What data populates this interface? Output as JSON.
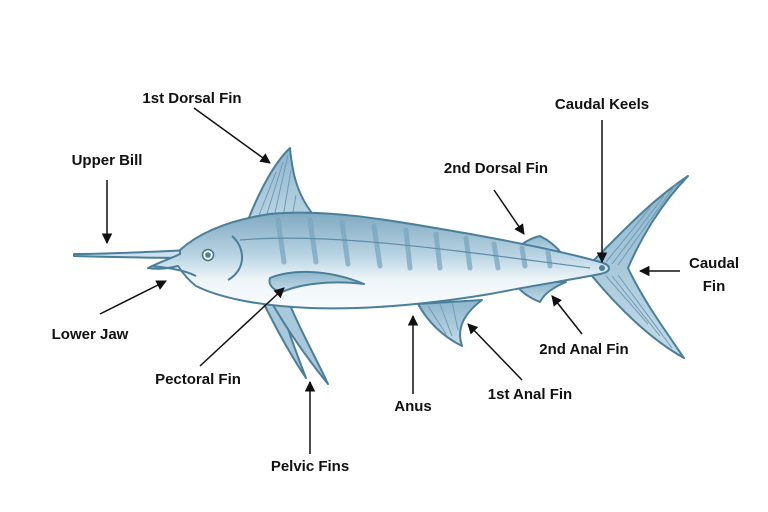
{
  "diagram": {
    "labels": {
      "first_dorsal_fin": "1st Dorsal Fin",
      "upper_bill": "Upper Bill",
      "lower_jaw": "Lower Jaw",
      "pectoral_fin": "Pectoral Fin",
      "pelvic_fins": "Pelvic Fins",
      "anus": "Anus",
      "first_anal_fin": "1st Anal Fin",
      "second_anal_fin": "2nd Anal Fin",
      "second_dorsal_fin": "2nd Dorsal Fin",
      "caudal_keels": "Caudal Keels",
      "caudal_fin_line1": "Caudal",
      "caudal_fin_line2": "Fin"
    }
  },
  "colors": {
    "outline": "#4a7f9b",
    "fin_fill": "#9cc1d6",
    "body_back": "#8fb7cd",
    "body_belly": "#f3f8fb",
    "stripe": "#7aa6bf",
    "text": "#111111",
    "arrow": "#111111"
  }
}
